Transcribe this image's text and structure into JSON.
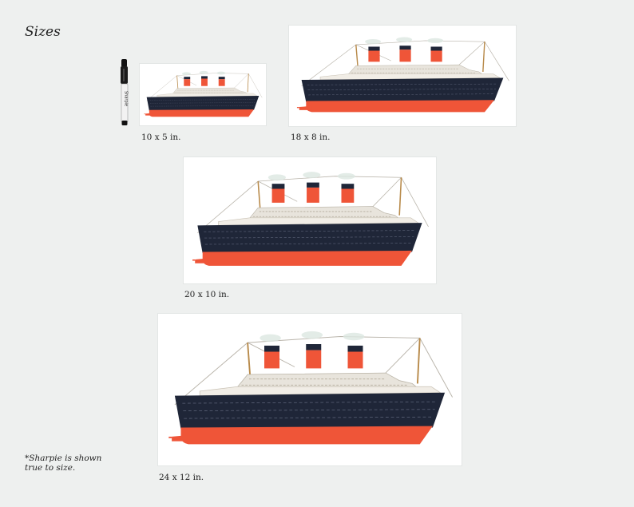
{
  "page": {
    "title": "Sizes",
    "note_line1": "*Sharpie is shown",
    "note_line2": "true to size."
  },
  "prints": [
    {
      "label": "10 x 5 in."
    },
    {
      "label": "18 x 8 in."
    },
    {
      "label": "20 x 10 in."
    },
    {
      "label": "24 x 12 in."
    }
  ],
  "colors": {
    "background": "#eef0ef",
    "hull_navy": "#1f2638",
    "hull_red": "#ef5538",
    "funnel_red": "#ef5538",
    "funnel_top": "#1f2638",
    "superstructure": "#e8e4dc",
    "mast": "#b88a4a"
  },
  "icons": {
    "marker": "sharpie-marker-icon",
    "ship": "ocean-liner-illustration"
  }
}
